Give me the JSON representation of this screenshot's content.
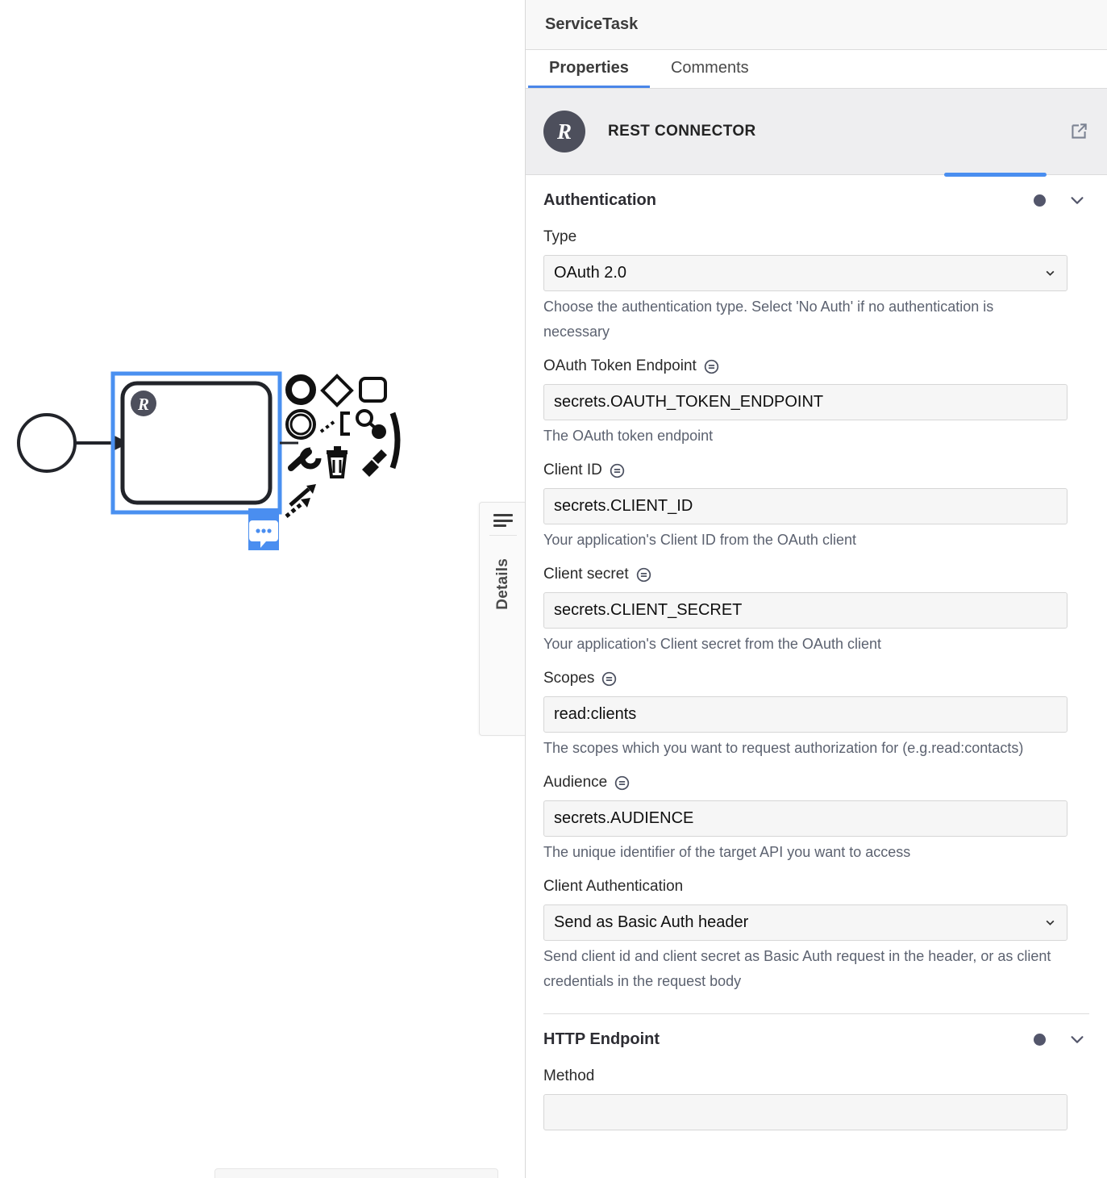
{
  "panel": {
    "header_title": "ServiceTask",
    "tabs": [
      {
        "label": "Properties",
        "active": true
      },
      {
        "label": "Comments",
        "active": false
      }
    ],
    "connector": {
      "badge_letter": "R",
      "title": "REST CONNECTOR",
      "open_icon": "external-link-icon"
    },
    "groups": [
      {
        "title": "Authentication",
        "status_dot": true,
        "collapse_icon": "chevron-down-icon",
        "fields": [
          {
            "label": "Type",
            "feel": false,
            "control": "select",
            "value": "OAuth 2.0",
            "hint": "Choose the authentication type. Select 'No Auth' if no authentication is necessary"
          },
          {
            "label": "OAuth Token Endpoint",
            "feel": true,
            "control": "text",
            "value": "secrets.OAUTH_TOKEN_ENDPOINT",
            "hint": "The OAuth token endpoint"
          },
          {
            "label": "Client ID",
            "feel": true,
            "control": "text",
            "value": "secrets.CLIENT_ID",
            "hint": "Your application's Client ID from the OAuth client"
          },
          {
            "label": "Client secret",
            "feel": true,
            "control": "text",
            "value": "secrets.CLIENT_SECRET",
            "hint": "Your application's Client secret from the OAuth client"
          },
          {
            "label": "Scopes",
            "feel": true,
            "control": "text",
            "value": "read:clients",
            "hint": "The scopes which you want to request authorization for (e.g.read:contacts)"
          },
          {
            "label": "Audience",
            "feel": true,
            "control": "text",
            "value": "secrets.AUDIENCE",
            "hint": "The unique identifier of the target API you want to access"
          },
          {
            "label": "Client Authentication",
            "feel": false,
            "control": "select",
            "value": "Send as Basic Auth header",
            "hint": "Send client id and client secret as Basic Auth request in the header, or as client credentials in the request body"
          }
        ]
      },
      {
        "title": "HTTP Endpoint",
        "status_dot": true,
        "collapse_icon": "chevron-down-icon",
        "fields": [
          {
            "label": "Method",
            "feel": false,
            "control": "text",
            "value": "",
            "hint": ""
          }
        ]
      }
    ]
  },
  "details_tab": {
    "label": "Details",
    "icon": "hamburger-icon"
  },
  "canvas": {
    "start_event": "start-event",
    "task": {
      "type": "service-task",
      "badge_letter": "R",
      "selected": true
    },
    "comment_badge": "comment-icon",
    "context_pad": [
      "append-end-event-icon",
      "append-gateway-icon",
      "append-task-icon",
      "append-intermediate-event-icon",
      "append-text-annotation-icon",
      "change-type-icon",
      "delete-icon",
      "set-color-icon",
      "connect-icon"
    ]
  },
  "colors": {
    "accent_blue": "#4a8ef0",
    "tab_underline": "#4a86e8",
    "status_dot": "#53566b",
    "avatar_bg": "#4d4f5c",
    "panel_bg": "#ffffff",
    "connector_header_bg": "#eeeef0",
    "field_bg": "#f6f6f6",
    "hint_text": "#5c6270"
  }
}
